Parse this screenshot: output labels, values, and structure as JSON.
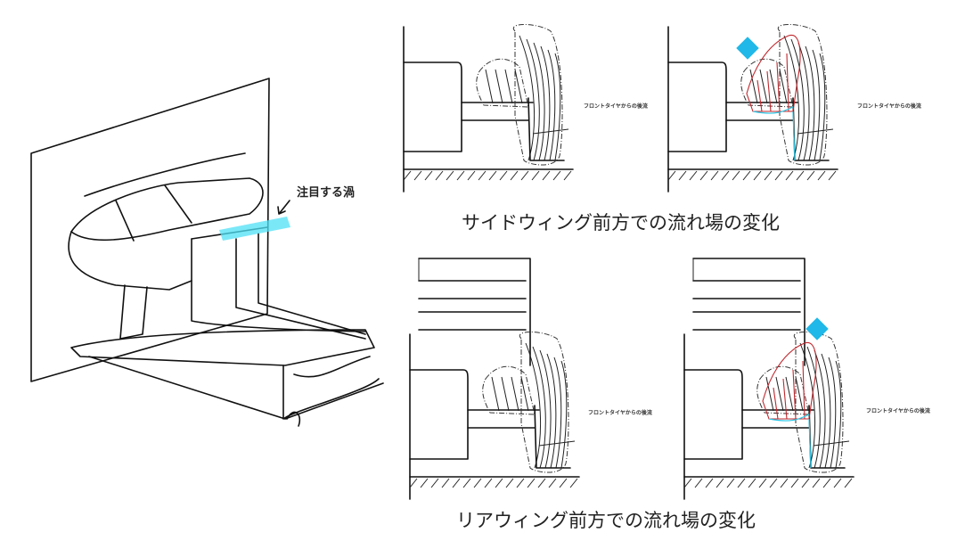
{
  "left_sketch": {
    "focus_label": "注目する渦"
  },
  "captions": {
    "side_wing": "サイドウィング前方での流れ場の変化",
    "rear_wing": "リアウィング前方での流れ場の変化"
  },
  "panels": [
    {
      "id": "side-before",
      "note": "フロントタイヤからの後流"
    },
    {
      "id": "side-after",
      "note": "フロントタイヤからの後流"
    },
    {
      "id": "rear-before",
      "note": "フロントタイヤからの後流"
    },
    {
      "id": "rear-after",
      "note": "フロントタイヤからの後流"
    }
  ],
  "colors": {
    "vortex": "#29c6e6",
    "flow_change": "#c0272d"
  }
}
